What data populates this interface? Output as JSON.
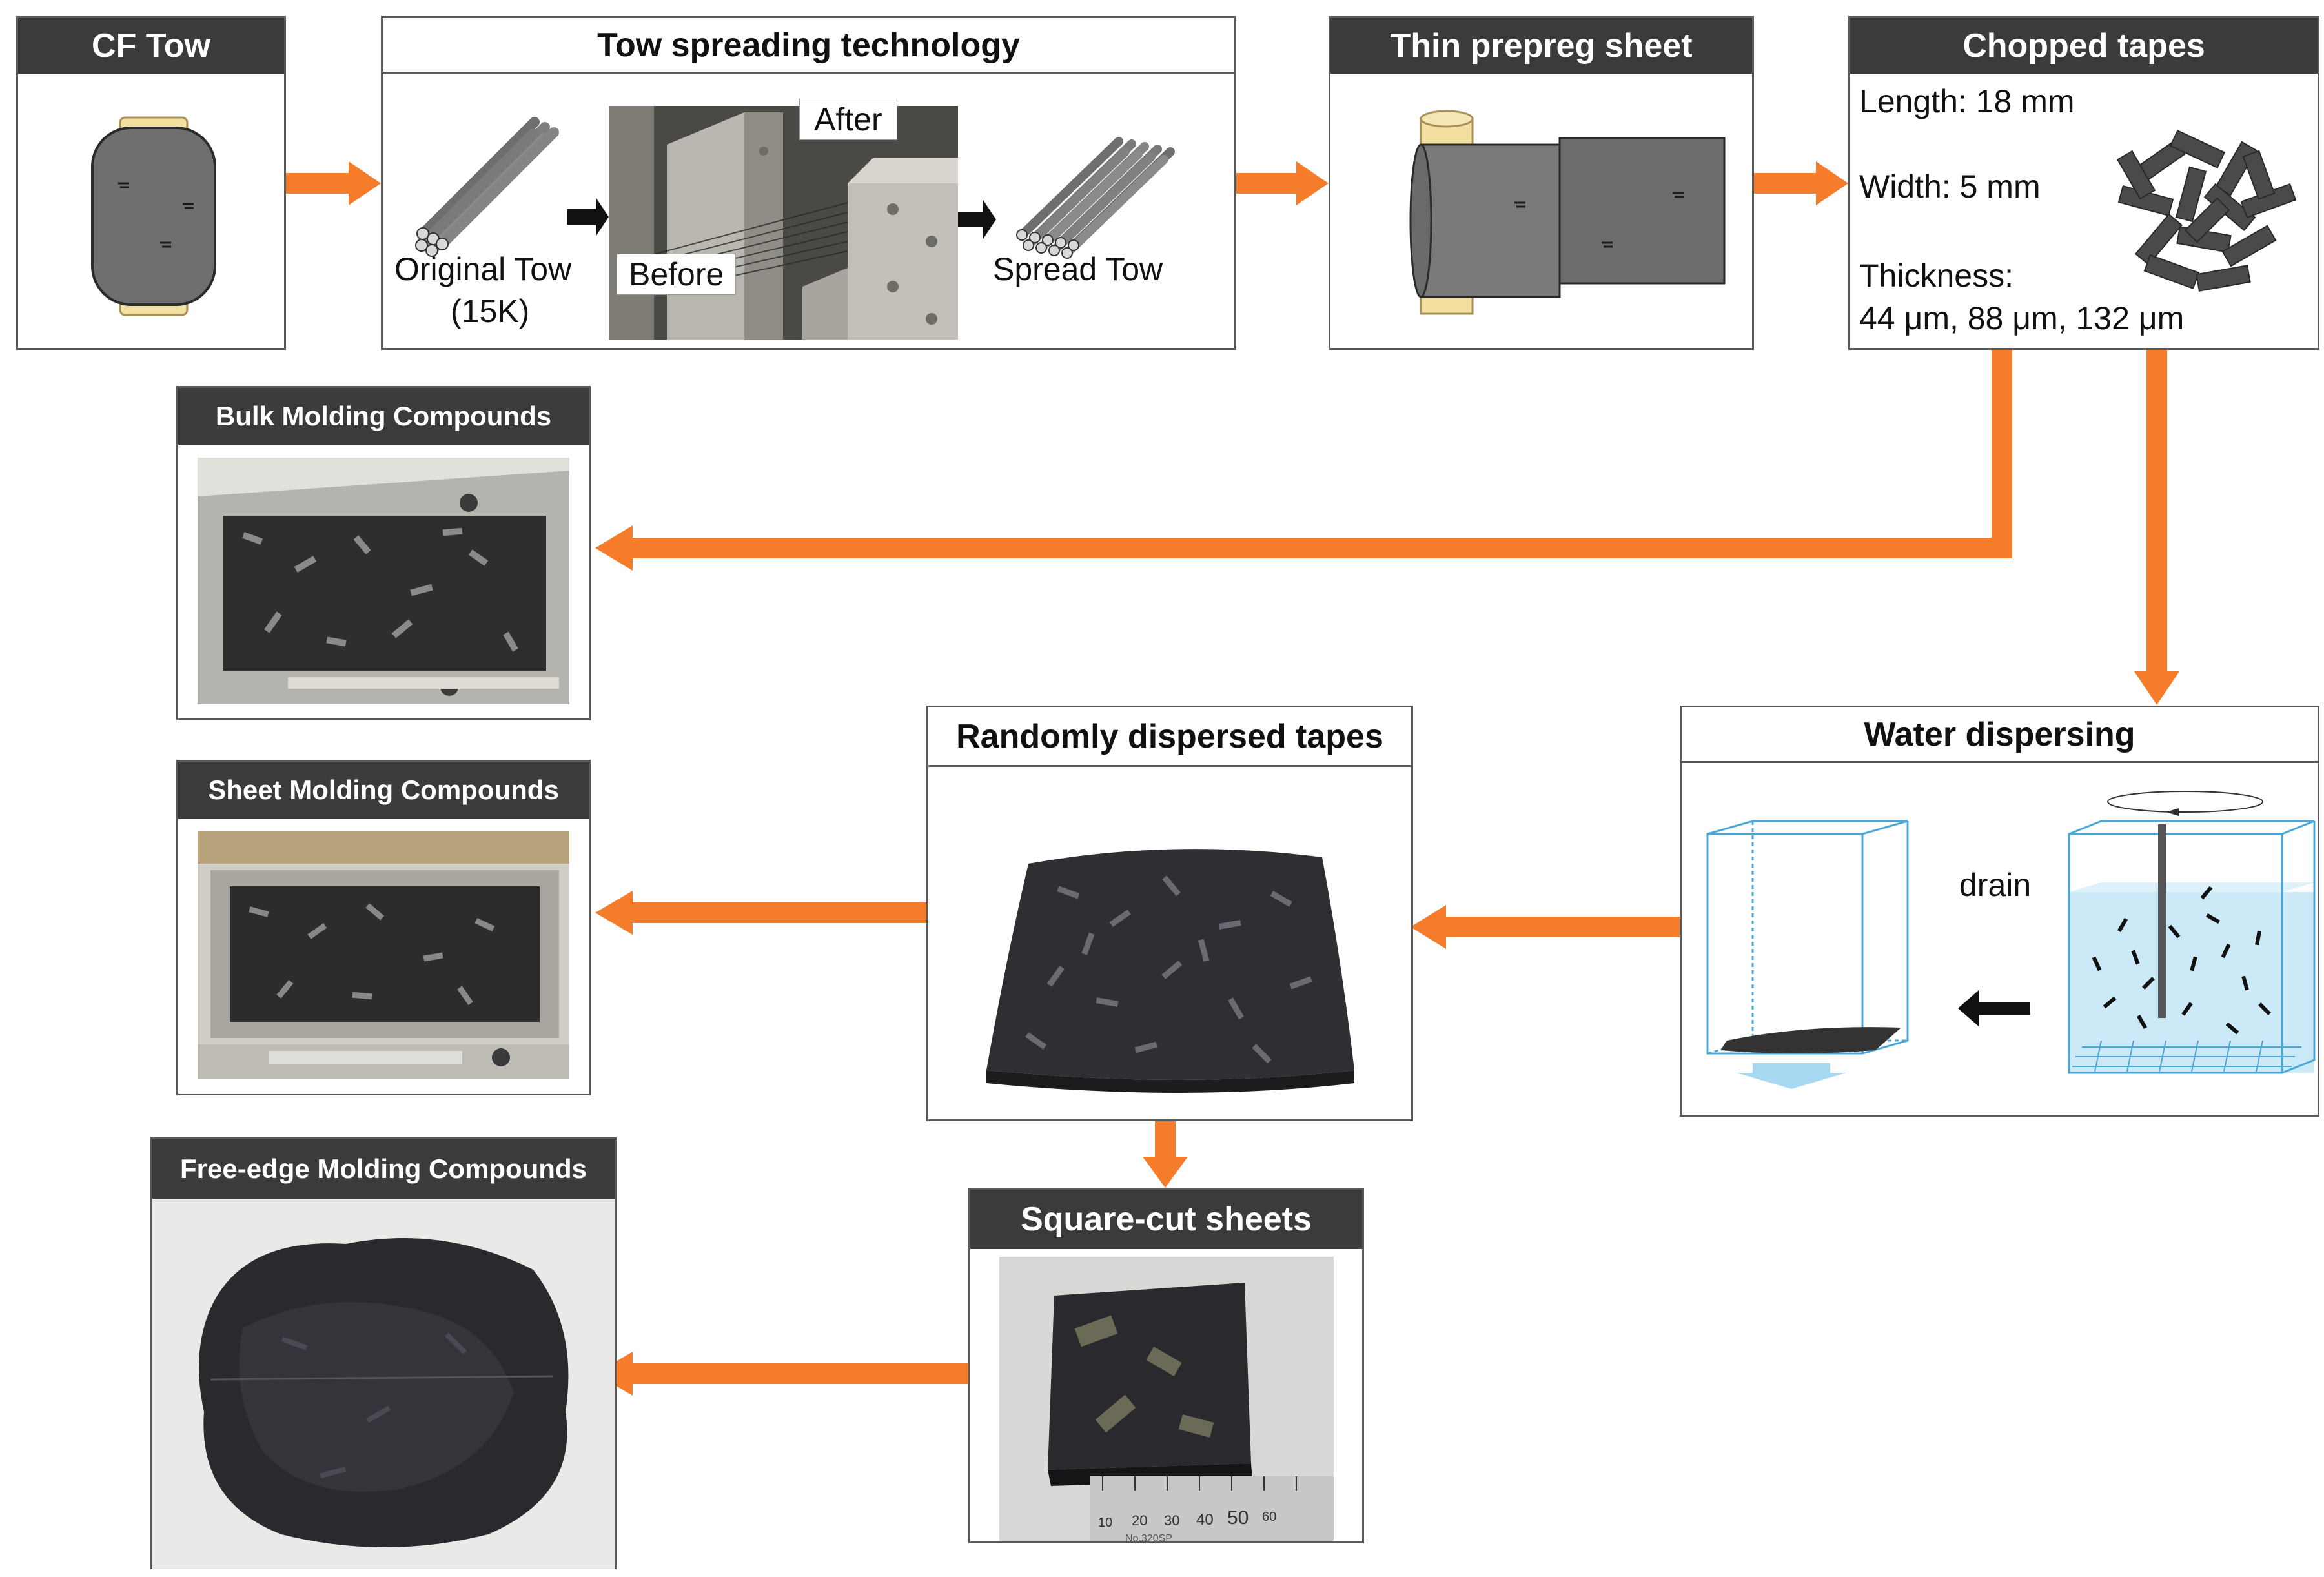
{
  "colors": {
    "arrow": "#f47c2a",
    "header_dark": "#3b3b3b",
    "water": "#bfe3f5",
    "border": "#5a5a5a"
  },
  "cf_tow": {
    "title": "CF Tow"
  },
  "tow_spreading": {
    "title": "Tow spreading technology",
    "original_label_1": "Original Tow",
    "original_label_2": "(15K)",
    "after_label": "After",
    "before_label": "Before",
    "spread_label": "Spread Tow"
  },
  "prepreg": {
    "title": "Thin prepreg sheet"
  },
  "chopped": {
    "title": "Chopped tapes",
    "length": "Length: 18 mm",
    "width": "Width: 5 mm",
    "thickness_label": "Thickness:",
    "thickness_values": "44 μm, 88 μm, 132 μm"
  },
  "bmc": {
    "title": "Bulk Molding Compounds"
  },
  "smc": {
    "title": "Sheet Molding Compounds"
  },
  "fmc": {
    "title": "Free-edge Molding Compounds"
  },
  "random": {
    "title": "Randomly dispersed tapes"
  },
  "water": {
    "title": "Water dispersing",
    "drain_label": "drain"
  },
  "square": {
    "title": "Square-cut sheets",
    "ruler_numbers": [
      "10",
      "20",
      "30",
      "40",
      "50",
      "60"
    ],
    "ruler_mark": "No.320SP"
  }
}
